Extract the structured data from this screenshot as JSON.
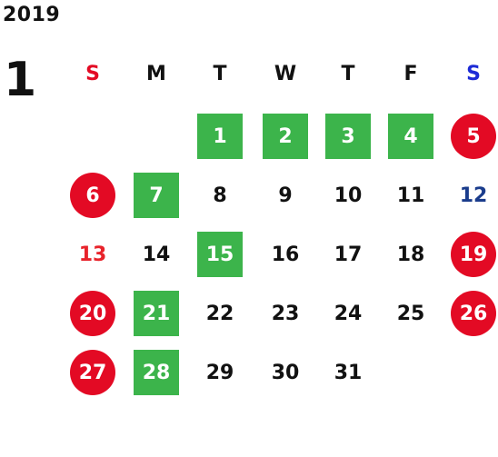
{
  "year": "2019",
  "month": "1",
  "colors": {
    "sunday_header": "#e30a24",
    "saturday_header": "#1d2bd6",
    "holiday_circle": "#e30a24",
    "green_day": "#3cb44b",
    "red_text": "#e8232b",
    "blue_text": "#1a3c8c"
  },
  "weekdays": [
    "S",
    "M",
    "T",
    "W",
    "T",
    "F",
    "S"
  ],
  "days": [
    {
      "day": "1",
      "style": "green"
    },
    {
      "day": "2",
      "style": "green"
    },
    {
      "day": "3",
      "style": "green"
    },
    {
      "day": "4",
      "style": "green"
    },
    {
      "day": "5",
      "style": "circle"
    },
    {
      "day": "6",
      "style": "circle"
    },
    {
      "day": "7",
      "style": "green"
    },
    {
      "day": "8",
      "style": "plain"
    },
    {
      "day": "9",
      "style": "plain"
    },
    {
      "day": "10",
      "style": "plain"
    },
    {
      "day": "11",
      "style": "plain"
    },
    {
      "day": "12",
      "style": "blue"
    },
    {
      "day": "13",
      "style": "red"
    },
    {
      "day": "14",
      "style": "plain"
    },
    {
      "day": "15",
      "style": "green"
    },
    {
      "day": "16",
      "style": "plain"
    },
    {
      "day": "17",
      "style": "plain"
    },
    {
      "day": "18",
      "style": "plain"
    },
    {
      "day": "19",
      "style": "circle"
    },
    {
      "day": "20",
      "style": "circle"
    },
    {
      "day": "21",
      "style": "green"
    },
    {
      "day": "22",
      "style": "plain"
    },
    {
      "day": "23",
      "style": "plain"
    },
    {
      "day": "24",
      "style": "plain"
    },
    {
      "day": "25",
      "style": "plain"
    },
    {
      "day": "26",
      "style": "circle"
    },
    {
      "day": "27",
      "style": "circle"
    },
    {
      "day": "28",
      "style": "green"
    },
    {
      "day": "29",
      "style": "plain"
    },
    {
      "day": "30",
      "style": "plain"
    },
    {
      "day": "31",
      "style": "plain"
    }
  ],
  "first_weekday": 2
}
